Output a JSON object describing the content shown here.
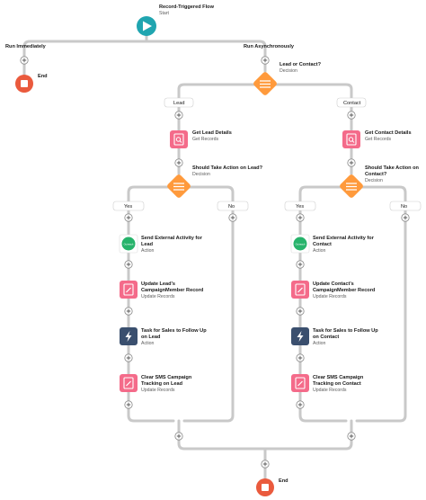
{
  "start": {
    "label": "Record-Triggered Flow",
    "sub": "Start"
  },
  "paths": {
    "left": "Run Immediately",
    "right": "Run Asynchronously"
  },
  "end_left": {
    "label": "End"
  },
  "decision_main": {
    "label": "Lead or Contact?",
    "sub": "Decision"
  },
  "branches": {
    "lead": "Lead",
    "contact": "Contact"
  },
  "get_lead": {
    "label": "Get Lead Details",
    "sub": "Get Records"
  },
  "get_contact": {
    "label": "Get Contact Details",
    "sub": "Get Records"
  },
  "decision_lead": {
    "line1": "Should Take Action on Lead?",
    "sub": "Decision"
  },
  "decision_contact": {
    "line1": "Should Take Action on",
    "line2": "Contact?",
    "sub": "Decision"
  },
  "outcomes": {
    "yes": "Yes",
    "no": "No"
  },
  "lead_steps": [
    {
      "line1": "Send External Activity for",
      "line2": "Lead",
      "sub": "Action",
      "icon": "outreach-logo",
      "badge": "Outreach"
    },
    {
      "line1": "Update Lead's",
      "line2": "CampaignMember Record",
      "sub": "Update Records",
      "icon": "update-records-icon"
    },
    {
      "line1": "Task for Sales to Follow Up",
      "line2": "on Lead",
      "sub": "Action",
      "icon": "lightning-icon"
    },
    {
      "line1": "Clear SMS Campaign",
      "line2": "Tracking on Lead",
      "sub": "Update Records",
      "icon": "update-records-icon"
    }
  ],
  "contact_steps": [
    {
      "line1": "Send External Activity for",
      "line2": "Contact",
      "sub": "Action",
      "icon": "outreach-logo",
      "badge": "Outreach"
    },
    {
      "line1": "Update Contact's",
      "line2": "CampaignMember Record",
      "sub": "Update Records",
      "icon": "update-records-icon"
    },
    {
      "line1": "Task for Sales to Follow Up",
      "line2": "on Contact",
      "sub": "Action",
      "icon": "lightning-icon"
    },
    {
      "line1": "Clear SMS Campaign",
      "line2": "Tracking on Contact",
      "sub": "Update Records",
      "icon": "update-records-icon"
    }
  ],
  "end_main": {
    "label": "End"
  },
  "colors": {
    "start": "#20a5b0",
    "decision": "#ff9a3c",
    "records": "#f46b8a",
    "action": "#3a4f6e",
    "outreach": "#27b36b",
    "end": "#ea5a3d",
    "connector": "#c9c9c9"
  }
}
